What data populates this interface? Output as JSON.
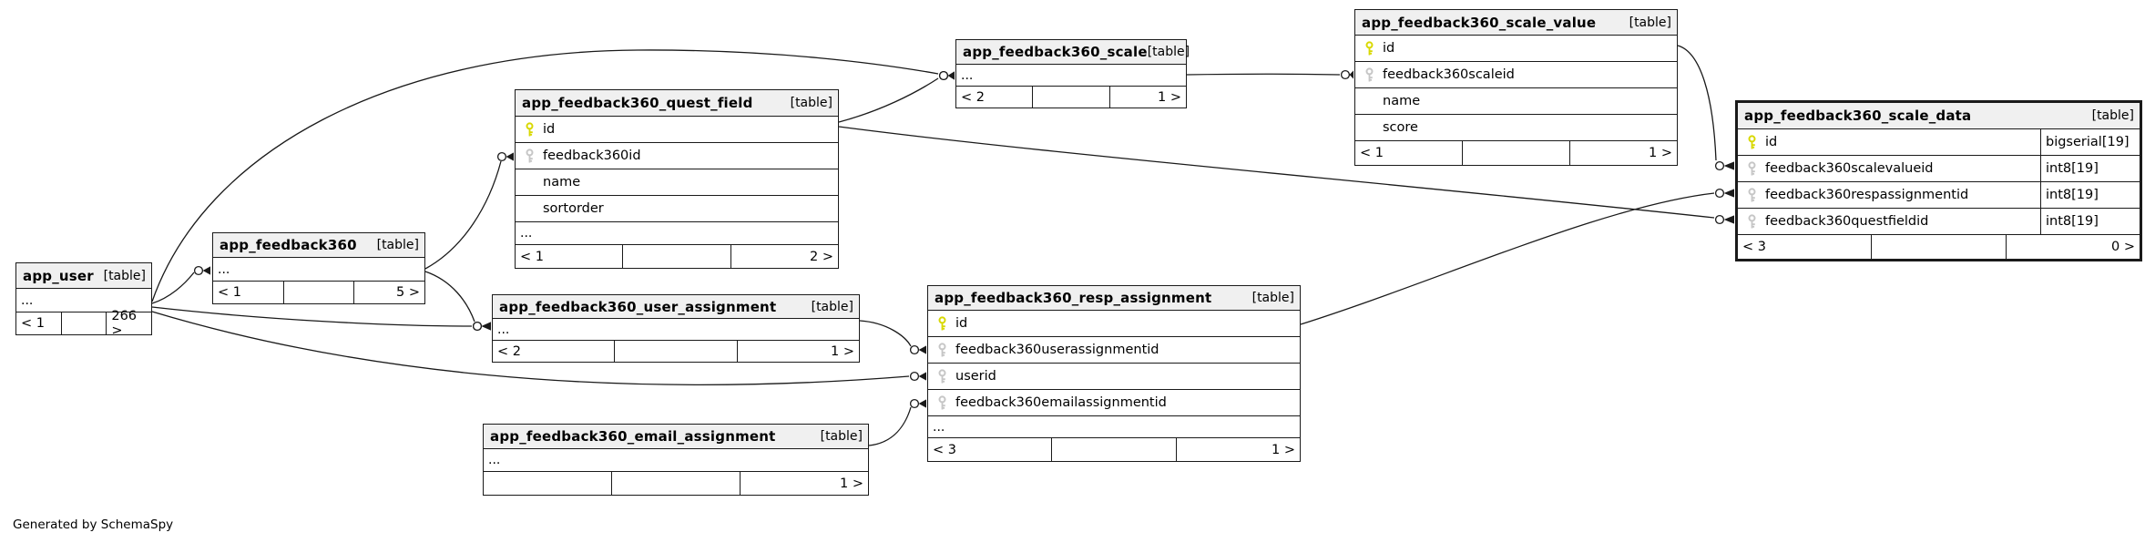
{
  "diagram": {
    "credit": "Generated by SchemaSpy",
    "colors": {
      "background": "#ffffff",
      "table_header_bg": "#f0f0f0",
      "border": "#1a1a1a",
      "primary_key": "#d8d800",
      "foreign_key": "#c6c6c6"
    },
    "tables": [
      {
        "id": "app_user",
        "name": "app_user",
        "tag": "[table]",
        "columns": [],
        "collapsed": "...",
        "footer": {
          "parents": "< 1",
          "middle": "",
          "children": "266 >"
        }
      },
      {
        "id": "app_feedback360",
        "name": "app_feedback360",
        "tag": "[table]",
        "columns": [],
        "collapsed": "...",
        "footer": {
          "parents": "< 1",
          "middle": "",
          "children": "5 >"
        }
      },
      {
        "id": "quest_field",
        "name": "app_feedback360_quest_field",
        "tag": "[table]",
        "columns": [
          {
            "name": "id",
            "key": "pk"
          },
          {
            "name": "feedback360id",
            "key": "fk"
          },
          {
            "name": "name"
          },
          {
            "name": "sortorder"
          }
        ],
        "collapsed": "...",
        "footer": {
          "parents": "< 1",
          "middle": "",
          "children": "2 >"
        }
      },
      {
        "id": "user_assignment",
        "name": "app_feedback360_user_assignment",
        "tag": "[table]",
        "columns": [],
        "collapsed": "...",
        "footer": {
          "parents": "< 2",
          "middle": "",
          "children": "1 >"
        }
      },
      {
        "id": "email_assignment",
        "name": "app_feedback360_email_assignment",
        "tag": "[table]",
        "columns": [],
        "collapsed": "...",
        "footer": {
          "parents": "",
          "middle": "",
          "children": "1 >"
        }
      },
      {
        "id": "scale",
        "name": "app_feedback360_scale",
        "tag": "[table]",
        "columns": [],
        "collapsed": "...",
        "footer": {
          "parents": "< 2",
          "middle": "",
          "children": "1 >"
        }
      },
      {
        "id": "resp_assignment",
        "name": "app_feedback360_resp_assignment",
        "tag": "[table]",
        "columns": [
          {
            "name": "id",
            "key": "pk"
          },
          {
            "name": "feedback360userassignmentid",
            "key": "fk"
          },
          {
            "name": "userid",
            "key": "fk"
          },
          {
            "name": "feedback360emailassignmentid",
            "key": "fk"
          }
        ],
        "collapsed": "...",
        "footer": {
          "parents": "< 3",
          "middle": "",
          "children": "1 >"
        }
      },
      {
        "id": "scale_value",
        "name": "app_feedback360_scale_value",
        "tag": "[table]",
        "columns": [
          {
            "name": "id",
            "key": "pk"
          },
          {
            "name": "feedback360scaleid",
            "key": "fk"
          },
          {
            "name": "name"
          },
          {
            "name": "score"
          }
        ],
        "collapsed": null,
        "footer": {
          "parents": "< 1",
          "middle": "",
          "children": "1 >"
        }
      },
      {
        "id": "scale_data",
        "name": "app_feedback360_scale_data",
        "tag": "[table]",
        "emphasized": true,
        "columns": [
          {
            "name": "id",
            "type": "bigserial[19]",
            "key": "pk"
          },
          {
            "name": "feedback360scalevalueid",
            "type": "int8[19]",
            "key": "fk"
          },
          {
            "name": "feedback360respassignmentid",
            "type": "int8[19]",
            "key": "fk"
          },
          {
            "name": "feedback360questfieldid",
            "type": "int8[19]",
            "key": "fk"
          }
        ],
        "collapsed": null,
        "footer": {
          "parents": "< 3",
          "middle": "",
          "children": "0 >"
        }
      }
    ],
    "relationships": [
      {
        "from": "app_user",
        "to": "app_feedback360",
        "to_column": "..."
      },
      {
        "from": "app_user",
        "to": "app_feedback360_scale",
        "to_column": "..."
      },
      {
        "from": "app_user",
        "to": "app_feedback360_user_assignment",
        "to_column": "..."
      },
      {
        "from": "app_feedback360",
        "to": "app_feedback360_user_assignment",
        "to_column": "..."
      },
      {
        "from": "app_user",
        "to": "app_feedback360_resp_assignment",
        "to_column": "userid"
      },
      {
        "from": "app_feedback360",
        "to": "app_feedback360_quest_field",
        "to_column": "feedback360id"
      },
      {
        "from": "app_feedback360_quest_field",
        "to": "app_feedback360_scale",
        "to_column": "..."
      },
      {
        "from": "app_feedback360_quest_field",
        "to": "app_feedback360_scale_data",
        "to_column": "feedback360questfieldid"
      },
      {
        "from": "app_feedback360_scale",
        "to": "app_feedback360_scale_value",
        "to_column": "feedback360scaleid"
      },
      {
        "from": "app_feedback360_scale_value",
        "to": "app_feedback360_scale_data",
        "to_column": "feedback360scalevalueid"
      },
      {
        "from": "app_feedback360_resp_assignment",
        "to": "app_feedback360_scale_data",
        "to_column": "feedback360respassignmentid"
      },
      {
        "from": "app_feedback360_user_assignment",
        "to": "app_feedback360_resp_assignment",
        "to_column": "feedback360userassignmentid"
      },
      {
        "from": "app_feedback360_email_assignment",
        "to": "app_feedback360_resp_assignment",
        "to_column": "feedback360emailassignmentid"
      }
    ]
  }
}
